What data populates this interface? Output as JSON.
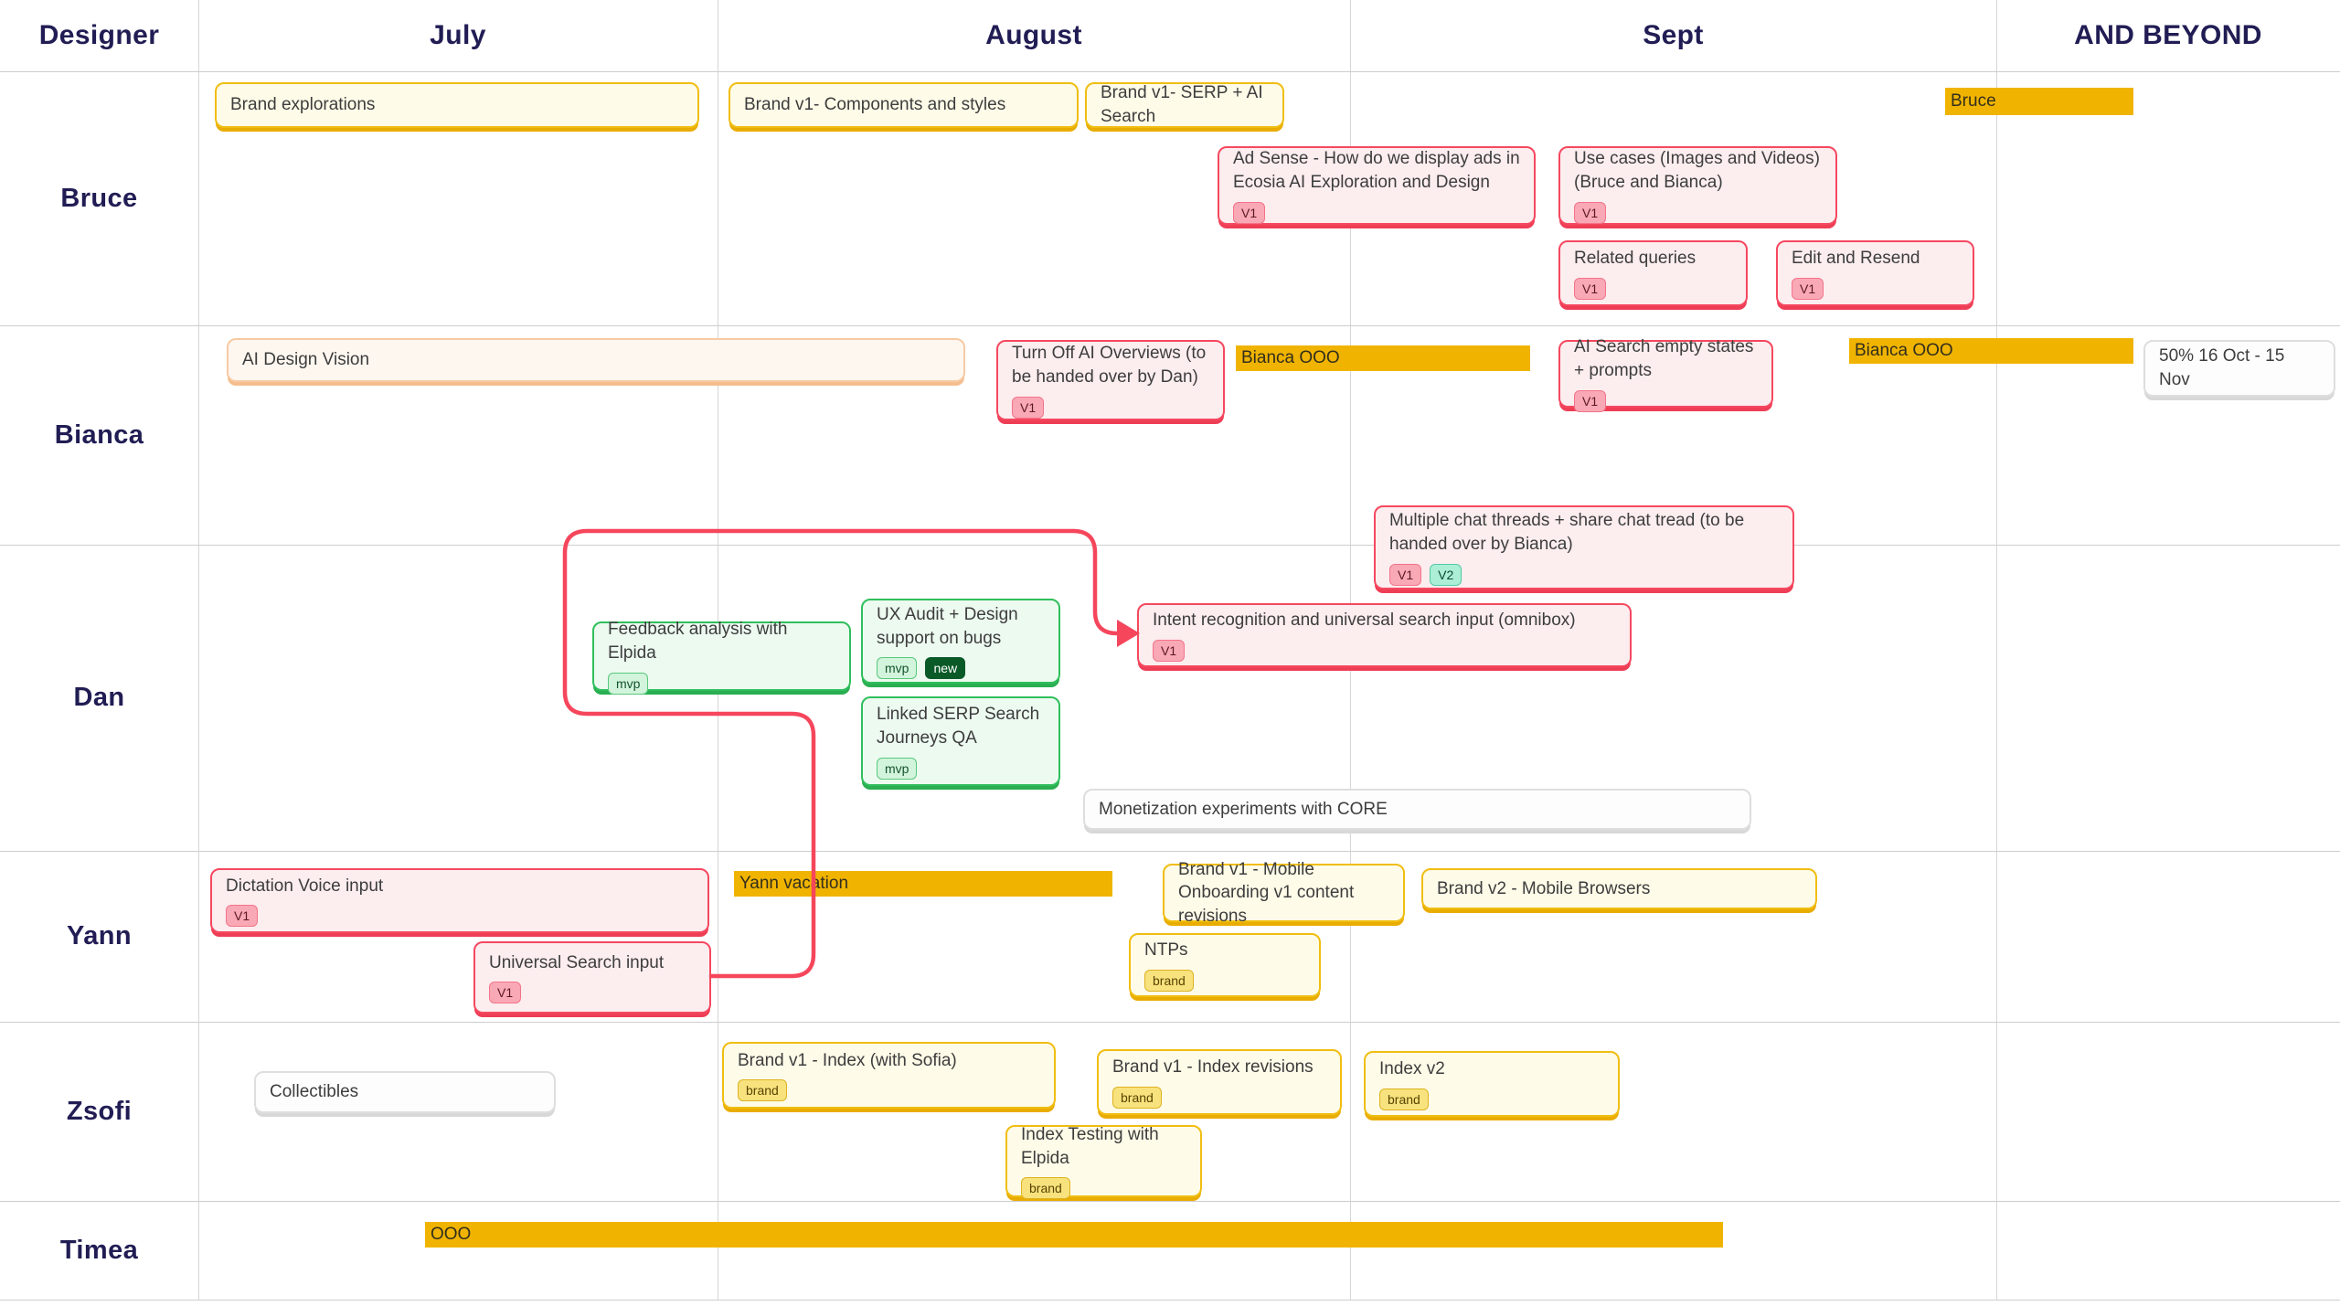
{
  "columns": [
    "Designer",
    "July",
    "August",
    "Sept",
    "AND BEYOND"
  ],
  "designers": [
    "Bruce",
    "Bianca",
    "Dan",
    "Yann",
    "Zsofi",
    "Timea"
  ],
  "cards": {
    "brand_explorations": {
      "title": "Brand explorations"
    },
    "components": {
      "title": "Brand v1- Components and styles"
    },
    "serp_ai": {
      "title": "Brand v1- SERP +  AI Search"
    },
    "ad_sense": {
      "title": "Ad Sense - How do we display ads in Ecosia AI Exploration and Design",
      "tags": [
        "V1"
      ]
    },
    "use_cases": {
      "title": "Use cases (Images and Videos) (Bruce and Bianca)",
      "tags": [
        "V1"
      ]
    },
    "related_queries": {
      "title": "Related queries",
      "tags": [
        "V1"
      ]
    },
    "edit_resend": {
      "title": "Edit and Resend",
      "tags": [
        "V1"
      ]
    },
    "bruce_bar": {
      "title": "Bruce"
    },
    "ai_design_vision": {
      "title": "AI Design Vision"
    },
    "turn_off": {
      "title": "Turn Off AI Overviews (to be handed over by Dan)",
      "tags": [
        "V1"
      ]
    },
    "bianca_ooo_1": {
      "title": "Bianca OOO"
    },
    "empty_states": {
      "title": "AI Search empty states + prompts",
      "tags": [
        "V1"
      ]
    },
    "bianca_ooo_2": {
      "title": "Bianca OOO"
    },
    "fifty_percent": {
      "title": "50% 16 Oct - 15 Nov"
    },
    "feedback": {
      "title": "Feedback analysis with Elpida",
      "tags": [
        "mvp"
      ]
    },
    "ux_audit": {
      "title": "UX Audit + Design support on bugs",
      "tags": [
        "mvp",
        "new"
      ]
    },
    "linked_serp": {
      "title": "Linked SERP Search Journeys QA",
      "tags": [
        "mvp"
      ]
    },
    "intent": {
      "title": "Intent recognition and universal search input (omnibox)",
      "tags": [
        "V1"
      ]
    },
    "multi_chat": {
      "title": "Multiple chat threads + share chat tread (to be handed over by Bianca)",
      "tags": [
        "V1",
        "V2"
      ]
    },
    "monetization": {
      "title": "Monetization experiments with CORE"
    },
    "dictation": {
      "title": "Dictation Voice input",
      "tags": [
        "V1"
      ]
    },
    "yann_vacation": {
      "title": "Yann vacation"
    },
    "universal_search": {
      "title": "Universal Search input",
      "tags": [
        "V1"
      ]
    },
    "ntps": {
      "title": "NTPs",
      "tags": [
        "brand"
      ]
    },
    "mobile_onboarding": {
      "title": "Brand v1 - Mobile Onboarding v1 content revisions"
    },
    "mobile_browsers": {
      "title": "Brand v2 - Mobile Browsers"
    },
    "collectibles": {
      "title": "Collectibles"
    },
    "index_sofia": {
      "title": "Brand v1 - Index (with Sofia)",
      "tags": [
        "brand"
      ]
    },
    "index_revisions": {
      "title": "Brand v1 -  Index revisions",
      "tags": [
        "brand"
      ]
    },
    "index_v2": {
      "title": "Index v2",
      "tags": [
        "brand"
      ]
    },
    "index_testing": {
      "title": "Index Testing with Elpida",
      "tags": [
        "brand"
      ]
    },
    "timea_ooo": {
      "title": "OOO"
    }
  },
  "colors": {
    "header_text": "#211d54",
    "grid_line": "#d6d6d6",
    "gold_bar": "#f0b400",
    "yellow_border": "#f0be12",
    "pink_border": "#f5485f",
    "green_border": "#30bf5c",
    "peach_border": "#f8c9a2",
    "connector": "#f5465c"
  }
}
